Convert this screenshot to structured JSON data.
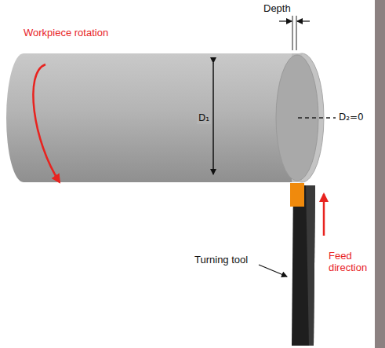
{
  "diagram": {
    "labels": [
      "Workpiece rotation",
      "Depth",
      "D₁",
      "D₂=0",
      "Turning tool",
      "Feed direction"
    ]
  }
}
